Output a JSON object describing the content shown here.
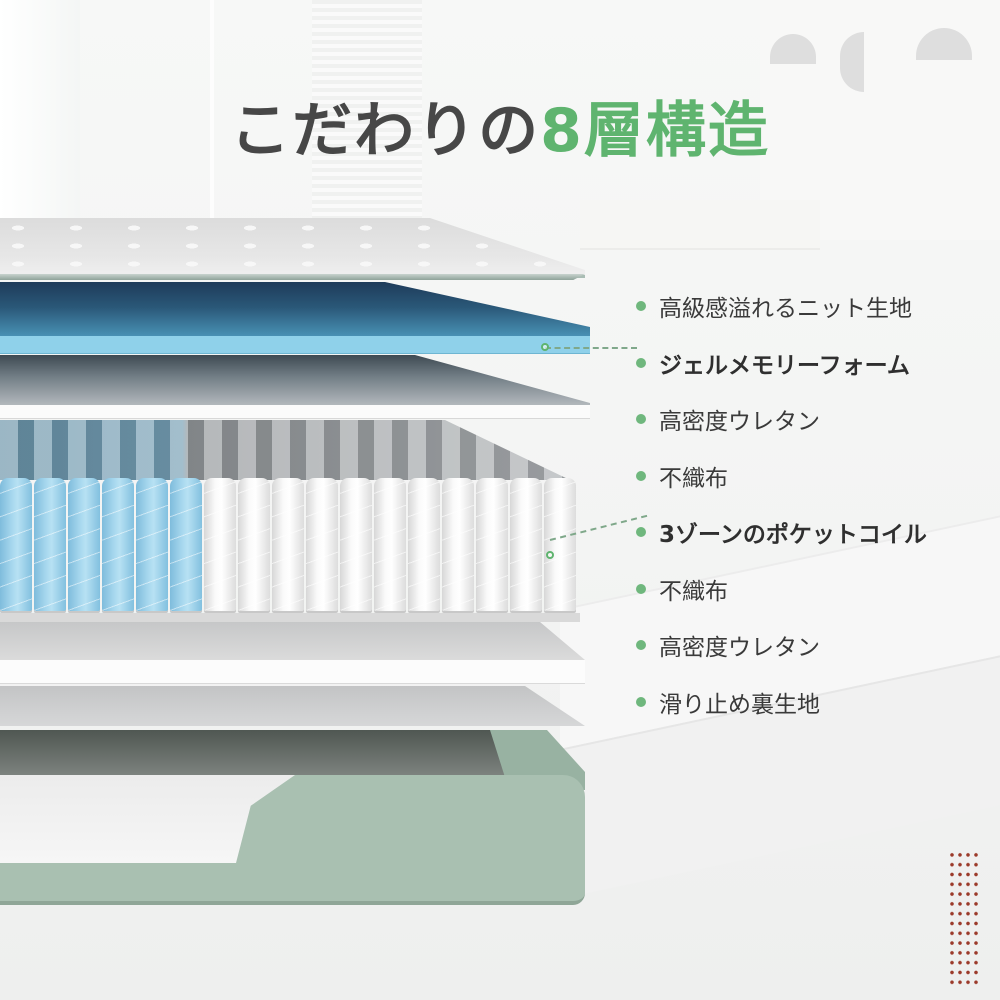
{
  "title": {
    "prefix": "こだわりの",
    "accent": "8層構造",
    "accent_color": "#5fb46f",
    "text_color": "#474747"
  },
  "layers": [
    {
      "label": "高級感溢れるニット生地",
      "bold": false
    },
    {
      "label": "ジェルメモリーフォーム",
      "bold": true
    },
    {
      "label": "高密度ウレタン",
      "bold": false
    },
    {
      "label": "不織布",
      "bold": false
    },
    {
      "label": "3ゾーンのポケットコイル",
      "bold": true
    },
    {
      "label": "不織布",
      "bold": false
    },
    {
      "label": "高密度ウレタン",
      "bold": false
    },
    {
      "label": "滑り止め裏生地",
      "bold": false
    }
  ],
  "colors": {
    "bullet": "#6fb77d",
    "gel_foam": "#8fd1ea",
    "base_fabric": "#a9c0b1",
    "dot_pattern": "#9b3a2a"
  }
}
